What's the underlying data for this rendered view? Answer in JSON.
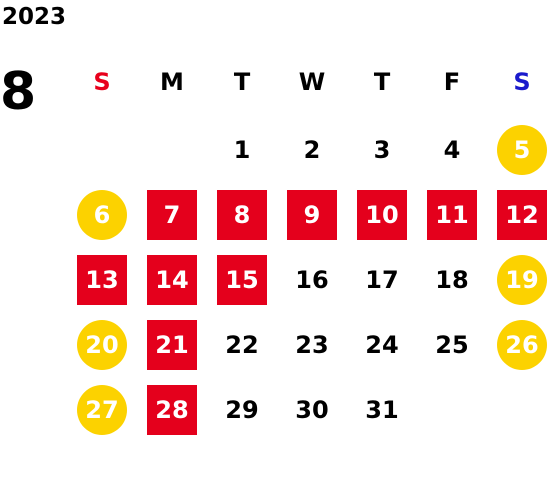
{
  "calendar": {
    "year": "2023",
    "month": "8",
    "weekdays": [
      "S",
      "M",
      "T",
      "W",
      "T",
      "F",
      "S"
    ],
    "weekday_colors": [
      "#e8001c",
      "#000000",
      "#000000",
      "#000000",
      "#000000",
      "#000000",
      "#1a1acc"
    ],
    "first_weekday_index": 2,
    "days_in_month": 31,
    "colors": {
      "weekend_fill": "#fcd200",
      "holiday_fill": "#e4001c",
      "default_text": "#000000",
      "highlight_text": "#ffffff"
    },
    "days": [
      {
        "label": "1",
        "type": "normal"
      },
      {
        "label": "2",
        "type": "normal"
      },
      {
        "label": "3",
        "type": "normal"
      },
      {
        "label": "4",
        "type": "normal"
      },
      {
        "label": "5",
        "type": "weekend"
      },
      {
        "label": "6",
        "type": "weekend"
      },
      {
        "label": "7",
        "type": "holiday"
      },
      {
        "label": "8",
        "type": "holiday"
      },
      {
        "label": "9",
        "type": "holiday"
      },
      {
        "label": "10",
        "type": "holiday"
      },
      {
        "label": "11",
        "type": "holiday"
      },
      {
        "label": "12",
        "type": "holiday"
      },
      {
        "label": "13",
        "type": "holiday"
      },
      {
        "label": "14",
        "type": "holiday"
      },
      {
        "label": "15",
        "type": "holiday"
      },
      {
        "label": "16",
        "type": "normal"
      },
      {
        "label": "17",
        "type": "normal"
      },
      {
        "label": "18",
        "type": "normal"
      },
      {
        "label": "19",
        "type": "weekend"
      },
      {
        "label": "20",
        "type": "weekend"
      },
      {
        "label": "21",
        "type": "holiday"
      },
      {
        "label": "22",
        "type": "normal"
      },
      {
        "label": "23",
        "type": "normal"
      },
      {
        "label": "24",
        "type": "normal"
      },
      {
        "label": "25",
        "type": "normal"
      },
      {
        "label": "26",
        "type": "weekend"
      },
      {
        "label": "27",
        "type": "weekend"
      },
      {
        "label": "28",
        "type": "holiday"
      },
      {
        "label": "29",
        "type": "normal"
      },
      {
        "label": "30",
        "type": "normal"
      },
      {
        "label": "31",
        "type": "normal"
      }
    ]
  }
}
